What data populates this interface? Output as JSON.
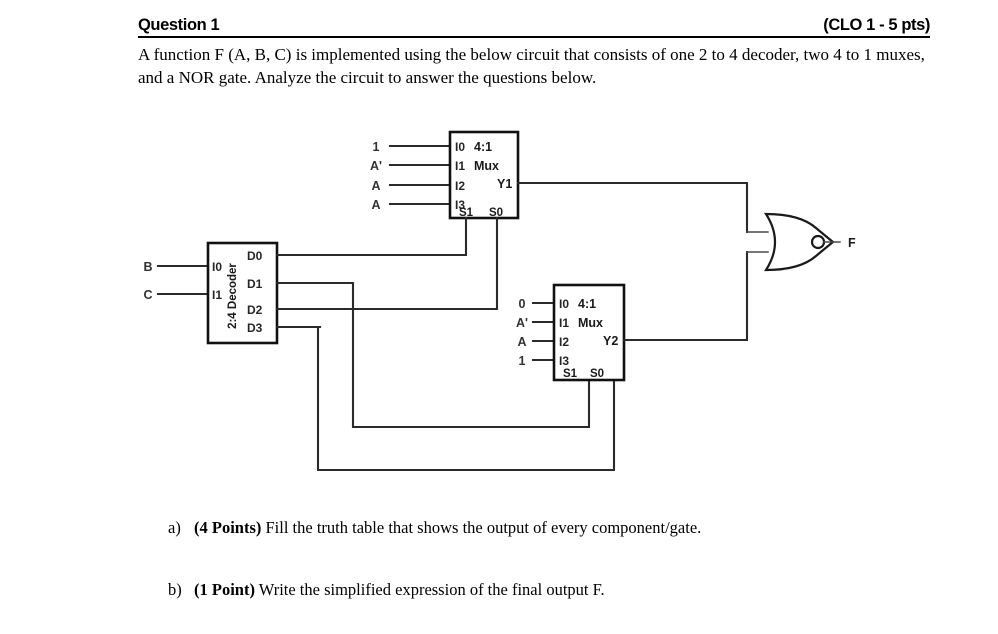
{
  "header": {
    "title": "Question 1",
    "points": "(CLO 1 - 5 pts)"
  },
  "intro": {
    "text": "A function F (A, B, C) is implemented using the below circuit that consists of one 2 to 4 decoder, two 4 to 1 muxes, and a NOR gate. Analyze the circuit to answer the questions below."
  },
  "circuit": {
    "decoder": {
      "label": "2:4 Decoder",
      "inputs": [
        {
          "signal": "B",
          "pin": "I0"
        },
        {
          "signal": "C",
          "pin": "I1"
        }
      ],
      "outputs": [
        "D0",
        "D1",
        "D2",
        "D3"
      ]
    },
    "mux_top": {
      "title": "4:1",
      "subtitle": "Mux",
      "output_label": "Y1",
      "inputs": [
        {
          "signal": "1",
          "pin": "I0"
        },
        {
          "signal": "A'",
          "pin": "I1"
        },
        {
          "signal": "A",
          "pin": "I2"
        },
        {
          "signal": "A",
          "pin": "I3"
        }
      ],
      "selects": [
        "S1",
        "S0"
      ],
      "select_sources": [
        "D0",
        "D2"
      ]
    },
    "mux_bottom": {
      "title": "4:1",
      "subtitle": "Mux",
      "output_label": "Y2",
      "inputs": [
        {
          "signal": "0",
          "pin": "I0"
        },
        {
          "signal": "A'",
          "pin": "I1"
        },
        {
          "signal": "A",
          "pin": "I2"
        },
        {
          "signal": "1",
          "pin": "I3"
        }
      ],
      "selects": [
        "S1",
        "S0"
      ],
      "select_sources": [
        "D1",
        "D3"
      ]
    },
    "nor_gate": {
      "name": "NOR",
      "output_label": "F"
    }
  },
  "questions": [
    {
      "marker": "a)",
      "bold": "(4 Points)",
      "text": "Fill the truth table that shows the output of every component/gate."
    },
    {
      "marker": "b)",
      "bold": "(1 Point)",
      "text": "Write the simplified expression of the final output F."
    }
  ]
}
